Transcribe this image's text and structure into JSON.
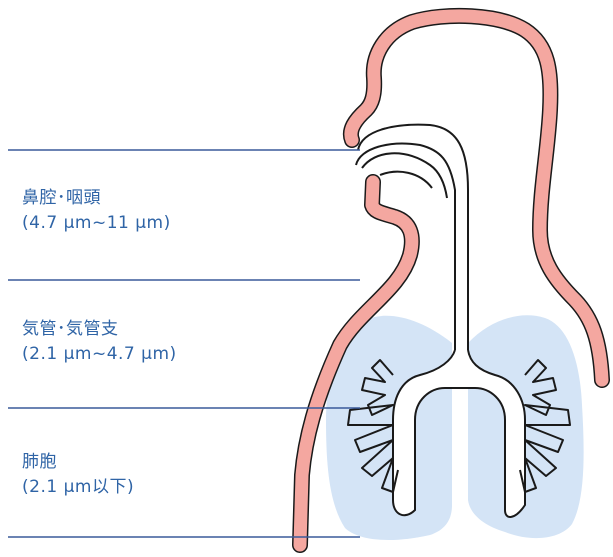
{
  "colors": {
    "label_text": "#2f64a6",
    "divider_line": "#3a5a9a",
    "body_outline_fill": "#f4a7a0",
    "lung_fill": "#d4e4f6",
    "airway_stroke": "#1a1a1a",
    "background": "#ffffff"
  },
  "regions": [
    {
      "id": "nasal-pharynx",
      "name": "鼻腔･咽頭",
      "range": "(4.7 μm~11 μm)"
    },
    {
      "id": "trachea-bronchi",
      "name": "気管･気管支",
      "range": "(2.1 μm~4.7 μm)"
    },
    {
      "id": "alveoli",
      "name": "肺胞",
      "range": "(2.1 μm以下)"
    }
  ]
}
